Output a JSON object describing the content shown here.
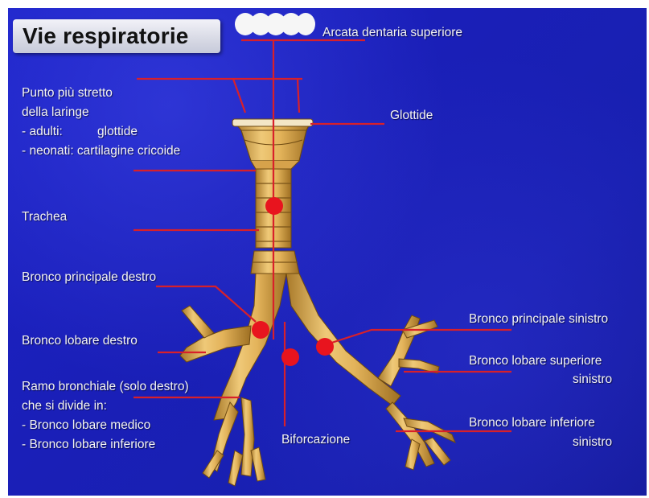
{
  "title": "Vie respiratorie",
  "labels": {
    "arcata": "Arcata dentaria superiore",
    "glottide": "Glottide",
    "punto_line1": "Punto più stretto",
    "punto_line2": "della laringe",
    "punto_adulti_key": "- adulti:",
    "punto_adulti_val": "glottide",
    "punto_neonati": "- neonati:  cartilagine cricoide",
    "trachea": "Trachea",
    "bronco_principale_destro": "Bronco principale destro",
    "bronco_lobare_destro": "Bronco lobare destro",
    "ramo_line1": "Ramo bronchiale (solo destro)",
    "ramo_line2": "che si divide in:",
    "ramo_line3": "- Bronco lobare medico",
    "ramo_line4": "- Bronco lobare inferiore",
    "biforcazione": "Biforcazione",
    "bronco_principale_sinistro": "Bronco principale sinistro",
    "bronco_lobare_sup_line1": "Bronco lobare superiore",
    "bronco_lobare_sup_line2": "sinistro",
    "bronco_lobare_inf_line1": "Bronco lobare inferiore",
    "bronco_lobare_inf_line2": "sinistro"
  },
  "colors": {
    "background": "#1a1fb8",
    "leader_line": "#d8202a",
    "marker": "#e8141e",
    "airway": "#d9a94a",
    "text": "#f4f4f4"
  }
}
